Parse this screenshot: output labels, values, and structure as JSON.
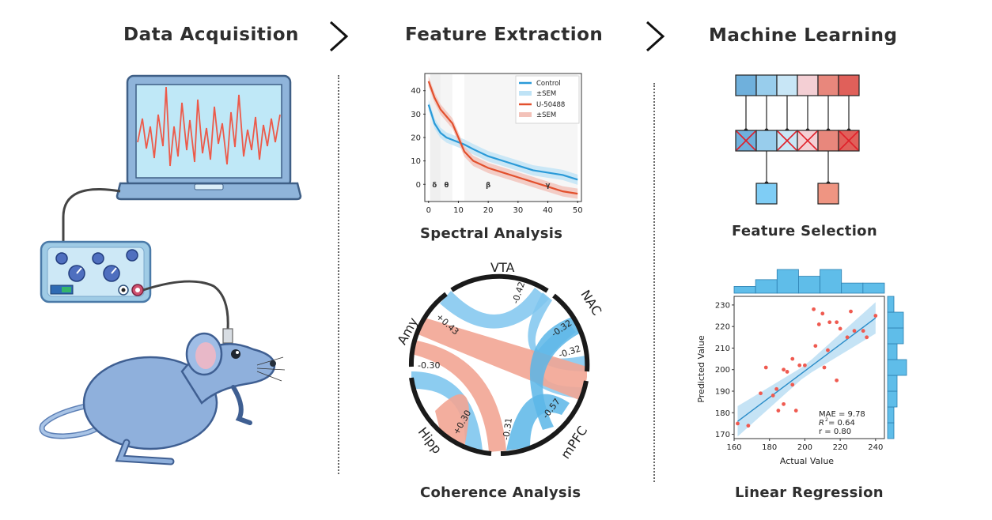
{
  "stages": {
    "acquisition": "Data Acquisition",
    "extraction": "Feature Extraction",
    "learning": "Machine Learning"
  },
  "panels": {
    "spectral": "Spectral Analysis",
    "coherence": "Coherence Analysis",
    "feature_selection": "Feature Selection",
    "regression": "Linear Regression"
  },
  "colors": {
    "control": "#2a9ad8",
    "treatment": "#e2502d",
    "positive": "#f2a594",
    "negative": "#83c8ee"
  },
  "chart_data": [
    {
      "type": "line",
      "x": [
        0,
        2,
        4,
        6,
        8,
        10,
        12,
        15,
        20,
        25,
        30,
        35,
        40,
        45,
        50
      ],
      "series": [
        {
          "name": "Control",
          "values": [
            34,
            26,
            22,
            20,
            19,
            18,
            17,
            15,
            12,
            10,
            8,
            6,
            5,
            4,
            2
          ],
          "band": "±SEM"
        },
        {
          "name": "U-50488",
          "values": [
            44,
            37,
            32,
            29,
            26,
            20,
            14,
            10,
            7,
            5,
            3,
            1,
            -1,
            -3,
            -4
          ],
          "band": "±SEM"
        }
      ],
      "legend": [
        "Control",
        "±SEM",
        "U-50488",
        "±SEM"
      ],
      "legend_position": "top-right",
      "xticks": [
        0,
        10,
        20,
        30,
        40,
        50
      ],
      "yticks": [
        0,
        10,
        20,
        30,
        40
      ],
      "xlim": [
        -1,
        51
      ],
      "ylim": [
        -7,
        47
      ],
      "band_labels": [
        "δ",
        "θ",
        "β",
        "γ"
      ],
      "xlabel": "",
      "ylabel": ""
    },
    {
      "type": "chord",
      "nodes": [
        "VTA",
        "NAC",
        "mPFC",
        "Hipp",
        "Amy"
      ],
      "links": [
        {
          "label": "-0.42"
        },
        {
          "label": "-0.32"
        },
        {
          "label": "-0.32"
        },
        {
          "label": "-0.57"
        },
        {
          "label": "-0.31"
        },
        {
          "label": "+0.30"
        },
        {
          "label": "-0.30"
        },
        {
          "label": "+0.43"
        }
      ]
    },
    {
      "type": "scatter",
      "xlabel": "Actual Value",
      "ylabel": "Predicted Value",
      "xlim": [
        160,
        245
      ],
      "ylim": [
        168,
        234
      ],
      "xticks": [
        160,
        180,
        200,
        220,
        240
      ],
      "yticks": [
        170,
        180,
        190,
        200,
        210,
        220,
        230
      ],
      "points": [
        [
          162,
          175
        ],
        [
          168,
          174
        ],
        [
          175,
          189
        ],
        [
          178,
          201
        ],
        [
          182,
          188
        ],
        [
          184,
          191
        ],
        [
          185,
          181
        ],
        [
          188,
          184
        ],
        [
          188,
          200
        ],
        [
          190,
          199
        ],
        [
          193,
          205
        ],
        [
          193,
          193
        ],
        [
          195,
          181
        ],
        [
          197,
          202
        ],
        [
          200,
          202
        ],
        [
          205,
          228
        ],
        [
          206,
          211
        ],
        [
          208,
          221
        ],
        [
          210,
          226
        ],
        [
          211,
          201
        ],
        [
          213,
          209
        ],
        [
          214,
          222
        ],
        [
          218,
          222
        ],
        [
          218,
          195
        ],
        [
          220,
          219
        ],
        [
          224,
          215
        ],
        [
          226,
          227
        ],
        [
          228,
          218
        ],
        [
          233,
          218
        ],
        [
          235,
          215
        ],
        [
          240,
          225
        ]
      ],
      "fit": {
        "x": [
          162,
          240
        ],
        "y": [
          176,
          224
        ]
      },
      "stats": {
        "mae": "MAE = 9.78",
        "r2_prefix": "R",
        "r2_value": " = 0.64",
        "r": "r = 0.80"
      }
    }
  ]
}
